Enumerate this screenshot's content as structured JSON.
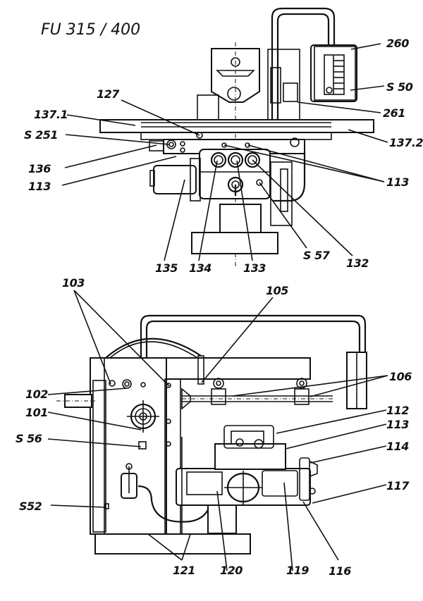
{
  "title": "FU 315 / 400",
  "top_view_labels": {
    "l260": "260",
    "s50": "S 50",
    "l261": "261",
    "l127": "127",
    "l137_1": "137.1",
    "l137_2": "137.2",
    "s251": "S 251",
    "l136": "136",
    "l113_left": "113",
    "l113_right": "113",
    "l135": "135",
    "l134": "134",
    "l133": "133",
    "s57": "S 57",
    "l132": "132"
  },
  "side_view_labels": {
    "l103": "103",
    "l105": "105",
    "l106": "106",
    "l102": "102",
    "l101": "101",
    "s56": "S 56",
    "l112": "112",
    "l113": "113",
    "l114": "114",
    "l117": "117",
    "s52": "S52",
    "l121": "121",
    "l120": "120",
    "l119": "119",
    "l116": "116"
  }
}
